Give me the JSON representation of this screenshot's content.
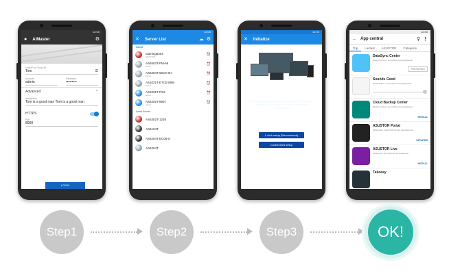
{
  "phone1": {
    "status": "12:00",
    "title": "AiMaster",
    "host_label": "Host/IP or Cloud ID",
    "host_value": "Tom",
    "account_label": "Account",
    "account_value": "admin",
    "password_label": "Password",
    "password_value": "•••••••••",
    "advanced_label": "Advanced",
    "description_label": "description",
    "description_value": "Tom is a good man Tom is a good man",
    "https_label": "HTTPS",
    "port_label": "Port",
    "port_value": "8000",
    "login_label": "LOGIN"
  },
  "phone2": {
    "status": "12:00",
    "title": "Server List",
    "saved_label": "Saved",
    "local_label": "Local Server",
    "saved": [
      {
        "name": "Gaming5304",
        "sub": "ASUSTOR",
        "color": "#c62828"
      },
      {
        "name": "AS6502T-PM-66",
        "sub": "admin",
        "color": "#90a4ae"
      },
      {
        "name": "AS5204T-50C9-SH",
        "sub": "admin",
        "color": "#90a4ae"
      },
      {
        "name": "AS1021T-E7CE-MIM",
        "sub": "admin",
        "color": "#90a4ae"
      },
      {
        "name": "AS1021T-PS3",
        "sub": "admin",
        "color": "#1e88e5"
      },
      {
        "name": "AS6202T-8907",
        "sub": "admin",
        "color": "#1e88e5"
      }
    ],
    "local": [
      {
        "name": "AS5302T-1235",
        "color": "#c62828"
      },
      {
        "name": "AS6104T",
        "color": "#333333"
      },
      {
        "name": "AS6204T-EC06-S",
        "color": "#333333"
      },
      {
        "name": "AS6204T",
        "color": "#90a4ae"
      }
    ]
  },
  "phone3": {
    "status": "12:00",
    "title": "Initialize",
    "welcome": "Welcome",
    "text": "This Setup wizard will guide you to through the initialization process. For most users, the default options are recommended.",
    "btn_oneclick": "1-click setup (Recommend)",
    "btn_custom": "Customized setup"
  },
  "phone4": {
    "status": "12:00",
    "title": "App central",
    "tabs": [
      "Top",
      "Lastest",
      "ASUSTOR",
      "Categorie"
    ],
    "apps": [
      {
        "name": "DataSync Center",
        "desc": "Backup & Sync, Home/Personal Application",
        "action": "PREPARING",
        "color": "#4fc3f7"
      },
      {
        "name": "Sounds Good",
        "desc": "Media Player, Home/Personal Applications",
        "action": "",
        "color": "#f5f5f5"
      },
      {
        "name": "Cloud Backup Center",
        "desc": "Backup & Sync, Home/Personal Application",
        "action": "INSTALL",
        "color": "#00897b"
      },
      {
        "name": "ASUSTOR Portal",
        "desc": "Multimedia, ASUSTOR Portal, Home/Person",
        "action": "UPDATED",
        "color": "#222222"
      },
      {
        "name": "ASUSTOR Live",
        "desc": "Multimedia, Home/Personal Application",
        "action": "INSTALL",
        "color": "#7b1fa2"
      },
      {
        "name": "Takoasy",
        "desc": "",
        "action": "",
        "color": "#263238"
      }
    ]
  },
  "steps": [
    "Step1",
    "Step2",
    "Step3",
    "OK!"
  ]
}
